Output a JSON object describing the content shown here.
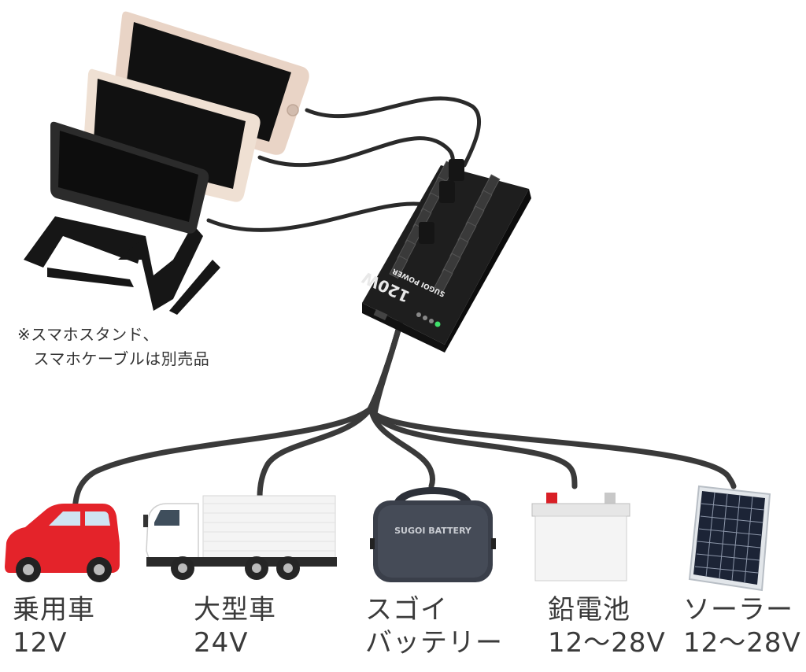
{
  "note": {
    "line1": "※スマホスタンド、",
    "line2": "　スマホケーブルは別売品"
  },
  "hub": {
    "brand": "SUGOI POWER",
    "wattage": "120W"
  },
  "portable_battery": {
    "brand": "SUGOI BATTERY"
  },
  "sources": [
    {
      "name": "乗用車",
      "voltage": "12V"
    },
    {
      "name": "大型車",
      "voltage": "24V"
    },
    {
      "name": "スゴイ",
      "voltage": "バッテリー"
    },
    {
      "name": "鉛電池",
      "voltage": "12〜28V"
    },
    {
      "name": "ソーラー",
      "voltage": "12〜28V"
    }
  ]
}
